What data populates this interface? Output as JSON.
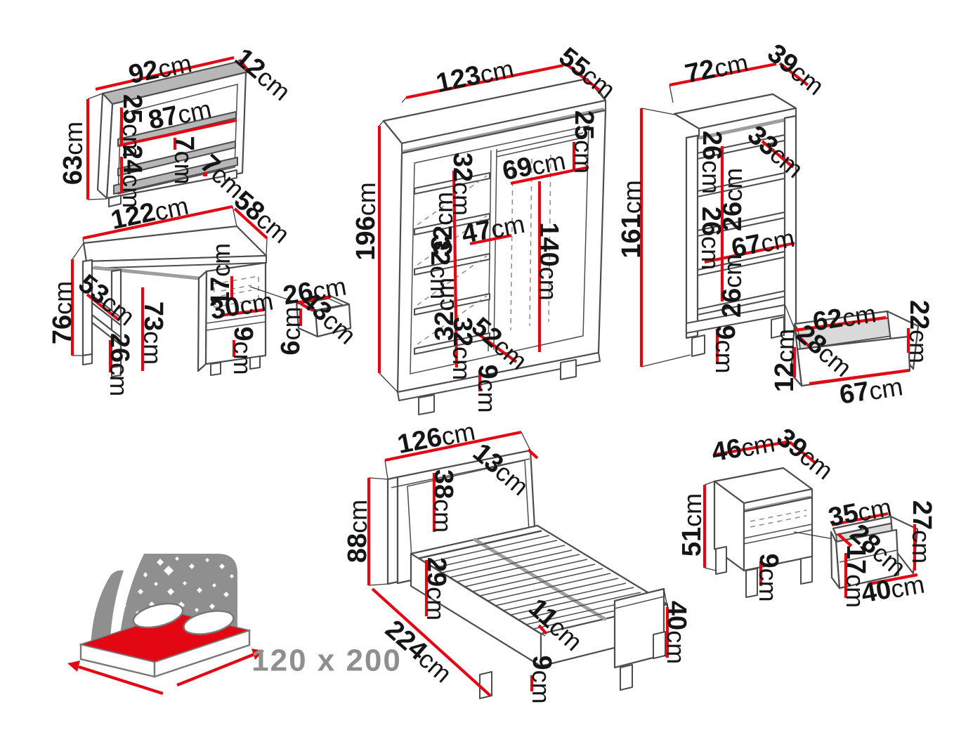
{
  "title": "bedroom furniture set dimension diagram",
  "colors": {
    "dimension": "#e30613",
    "outline": "#4d4d4d",
    "shadow": "#9e9e9e",
    "text": "#151515",
    "muted": "#8f8f8f"
  },
  "pieces": {
    "wall_shelf": {
      "name": "wall shelf",
      "dims": {
        "width": "92cm",
        "depth": "12cm",
        "height": "63cm",
        "top_gap": "25cm",
        "inner_width": "87cm",
        "shelf_gap": "7cm",
        "lower_gap": "24cm",
        "edge": "7cm"
      }
    },
    "desk": {
      "name": "desk",
      "dims": {
        "width": "122cm",
        "depth": "58cm",
        "height": "76cm",
        "side": "53cm",
        "clearance": "73cm",
        "leg": "26cm",
        "drawer_front": "17cm",
        "cabinet_width": "30cm",
        "plinth": "9cm"
      },
      "drawer": {
        "width": "26cm",
        "depth": "43cm",
        "height": "6cm"
      }
    },
    "wardrobe": {
      "name": "wardrobe",
      "dims": {
        "width": "123cm",
        "depth": "55cm",
        "height": "196cm",
        "top_gap": "25cm",
        "right_width": "69cm",
        "left_width": "47cm",
        "hanging": "140cm",
        "shelf_gap_1": "32cm",
        "shelf_gap_2": "32cm",
        "shelf_gap_3": "32cm",
        "shelf_gap_4": "32cm",
        "shelf_gap_5": "32cm",
        "diagonal": "52cm",
        "plinth": "9cm"
      }
    },
    "bookcase": {
      "name": "bookcase",
      "dims": {
        "width": "72cm",
        "depth": "39cm",
        "height": "161cm",
        "shelf_depth": "33cm",
        "gap_1": "26cm",
        "gap_2": "26cm",
        "gap_3": "26cm",
        "gap_4": "26cm",
        "inner_width": "67cm",
        "plinth": "9cm"
      },
      "drawer": {
        "width": "62cm",
        "height": "22cm",
        "front": "28cm",
        "side": "12cm",
        "bottom": "67cm"
      }
    },
    "bed": {
      "name": "bed",
      "dims": {
        "width": "126cm",
        "headboard_edge": "13cm",
        "headboard_panel": "38cm",
        "height": "88cm",
        "frame": "29cm",
        "length": "224cm",
        "slat": "11cm",
        "footboard": "40cm",
        "leg": "9cm"
      },
      "mattress_size": "120 x 200"
    },
    "nightstand": {
      "name": "nightstand",
      "dims": {
        "width": "46cm",
        "depth": "39cm",
        "height": "51cm",
        "plinth": "9cm"
      },
      "drawer": {
        "width": "35cm",
        "height": "27cm",
        "front": "28cm",
        "inner": "17cm",
        "bottom": "40cm"
      }
    }
  }
}
